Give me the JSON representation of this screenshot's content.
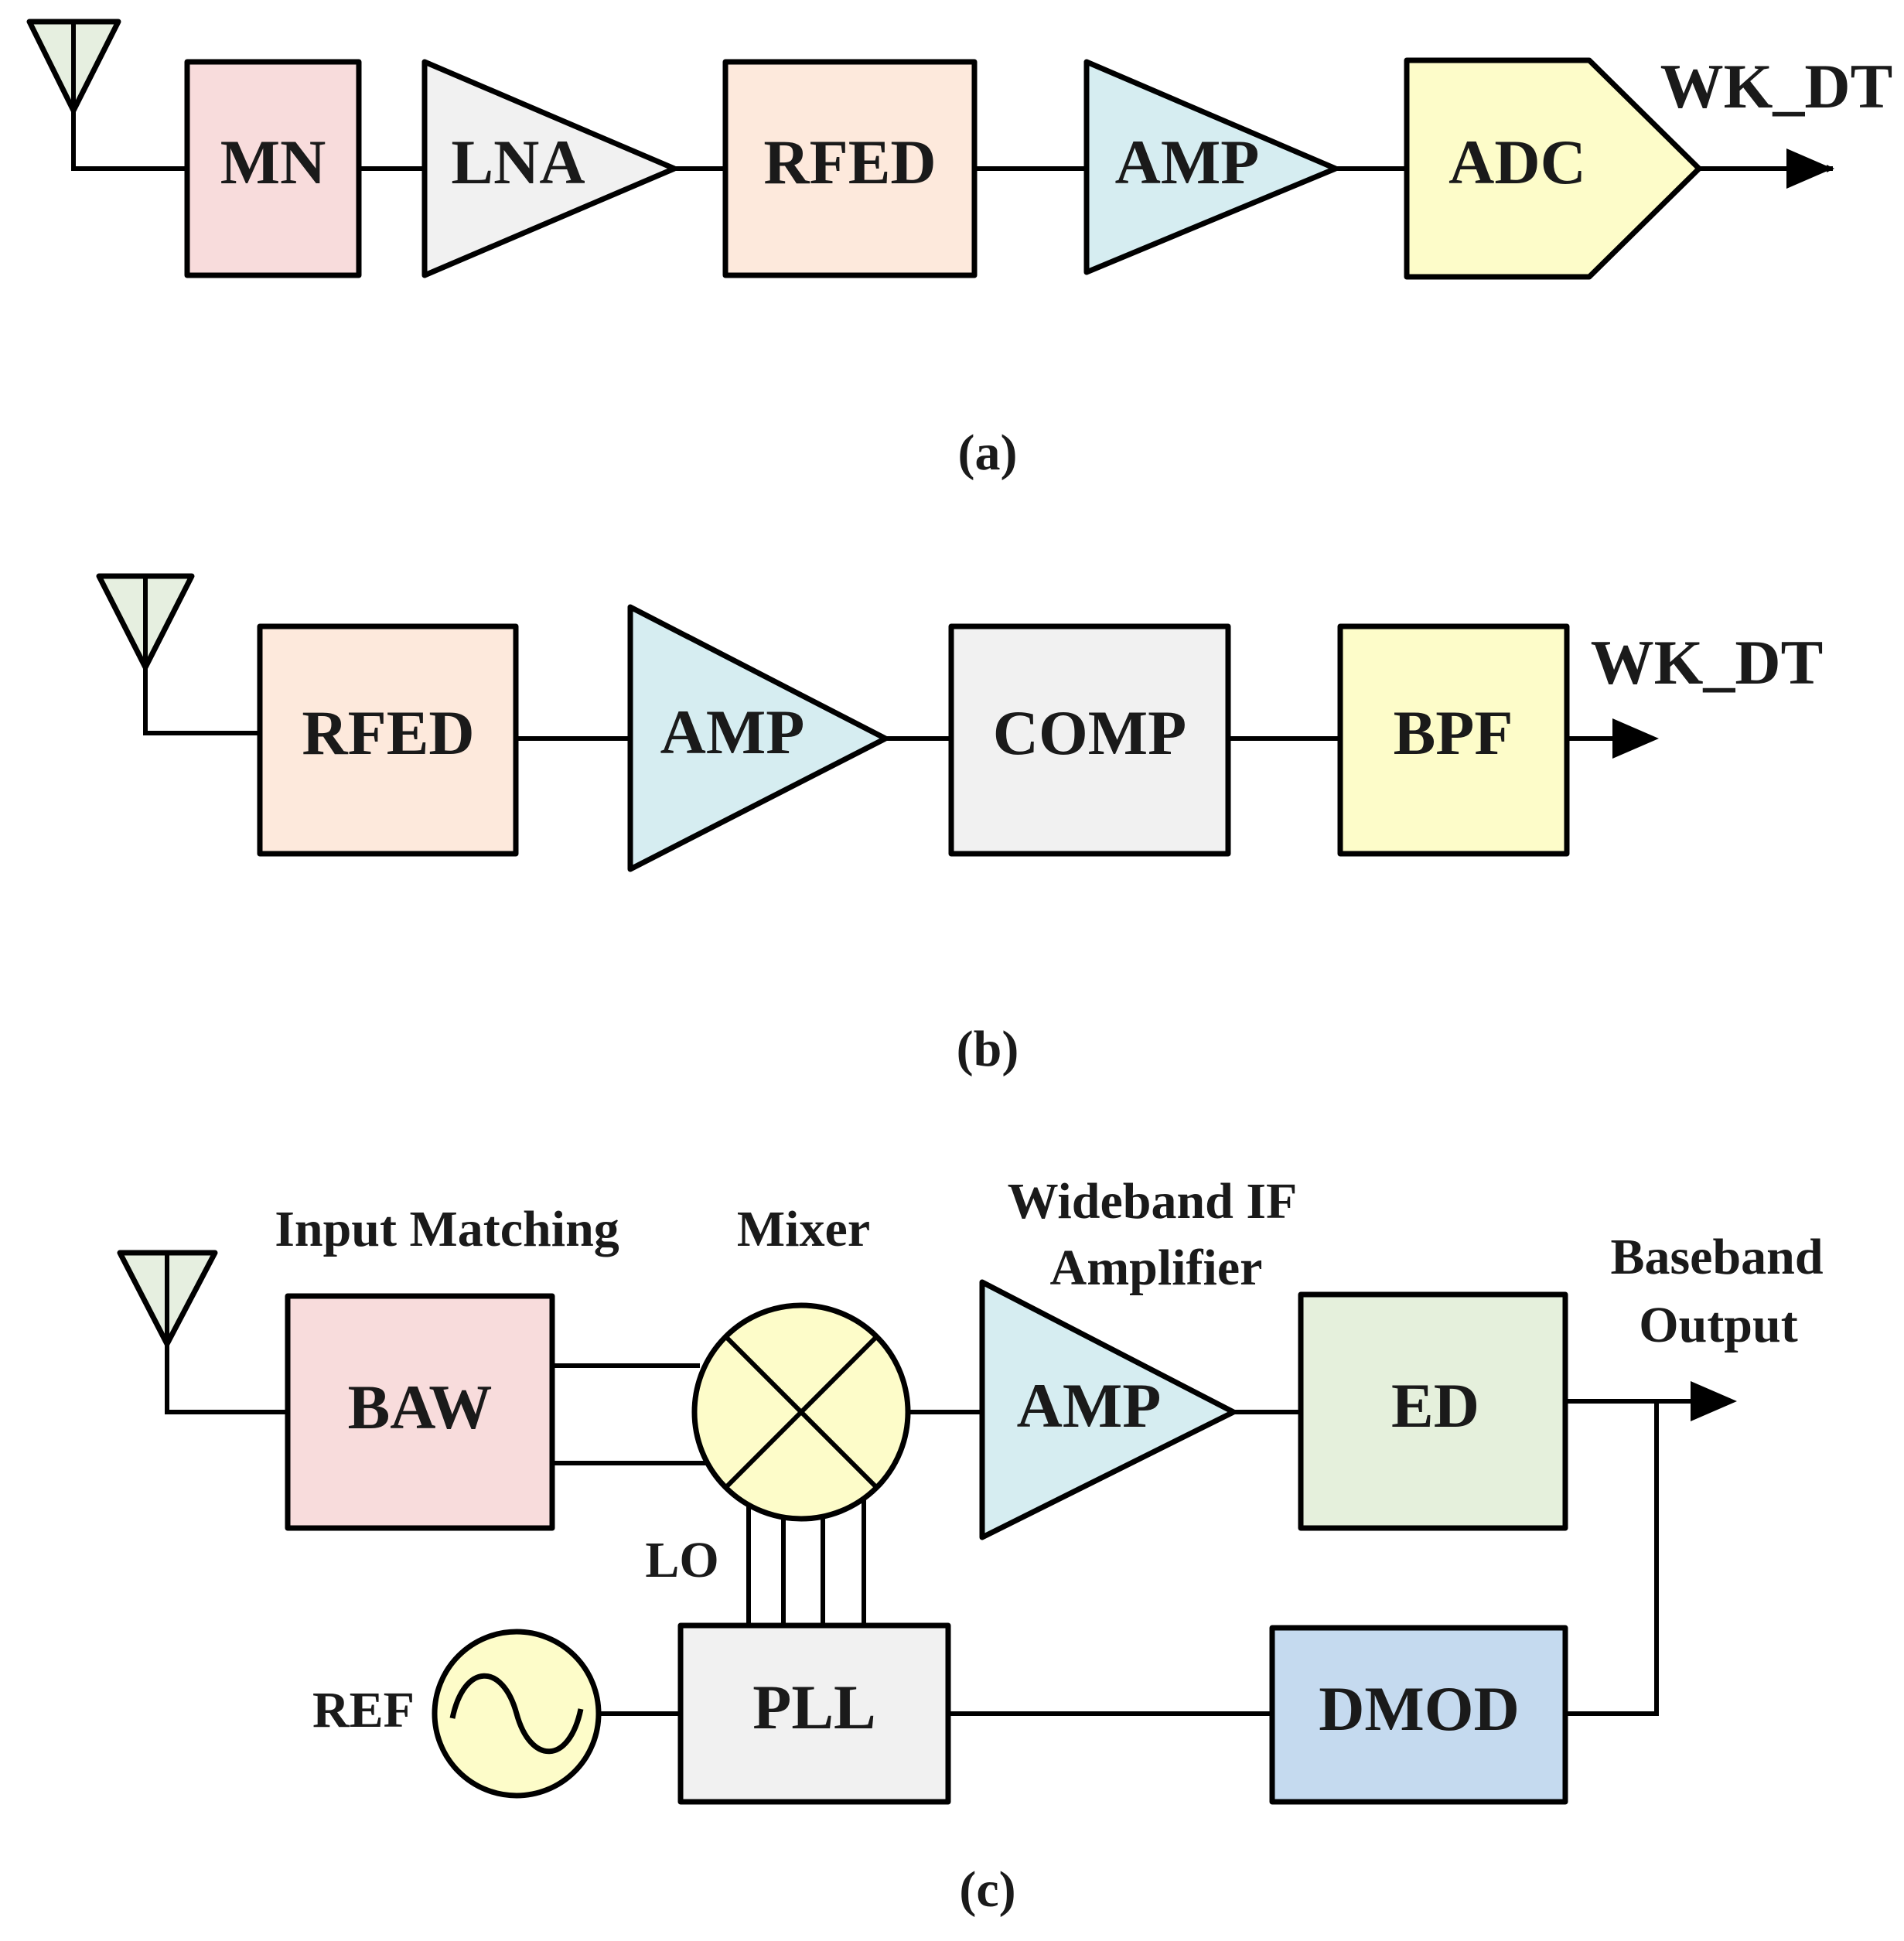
{
  "colors": {
    "antenna": "#e6efe0",
    "pink": "#f8dcdc",
    "grey": "#f1f1f1",
    "peach": "#fde9dc",
    "lightblue": "#d6edf1",
    "yellow": "#fdfcc9",
    "green": "#e5f0dc",
    "blue": "#c5daef"
  },
  "panel_a": {
    "caption": "(a)",
    "blocks": {
      "mn": "MN",
      "lna": "LNA",
      "rfed": "RFED",
      "amp": "AMP",
      "adc": "ADC"
    },
    "output": "WK_DT"
  },
  "panel_b": {
    "caption": "(b)",
    "blocks": {
      "rfed": "RFED",
      "amp": "AMP",
      "comp": "COMP",
      "bpf": "BPF"
    },
    "output": "WK_DT"
  },
  "panel_c": {
    "caption": "(c)",
    "labels": {
      "input_matching": "Input Matching",
      "mixer": "Mixer",
      "if_amp_line1": "Wideband IF",
      "if_amp_line2": "Amplifier",
      "baseband_line1": "Baseband",
      "baseband_line2": "Output",
      "lo": "LO",
      "ref": "REF"
    },
    "blocks": {
      "baw": "BAW",
      "amp": "AMP",
      "ed": "ED",
      "pll": "PLL",
      "dmod": "DMOD"
    }
  }
}
